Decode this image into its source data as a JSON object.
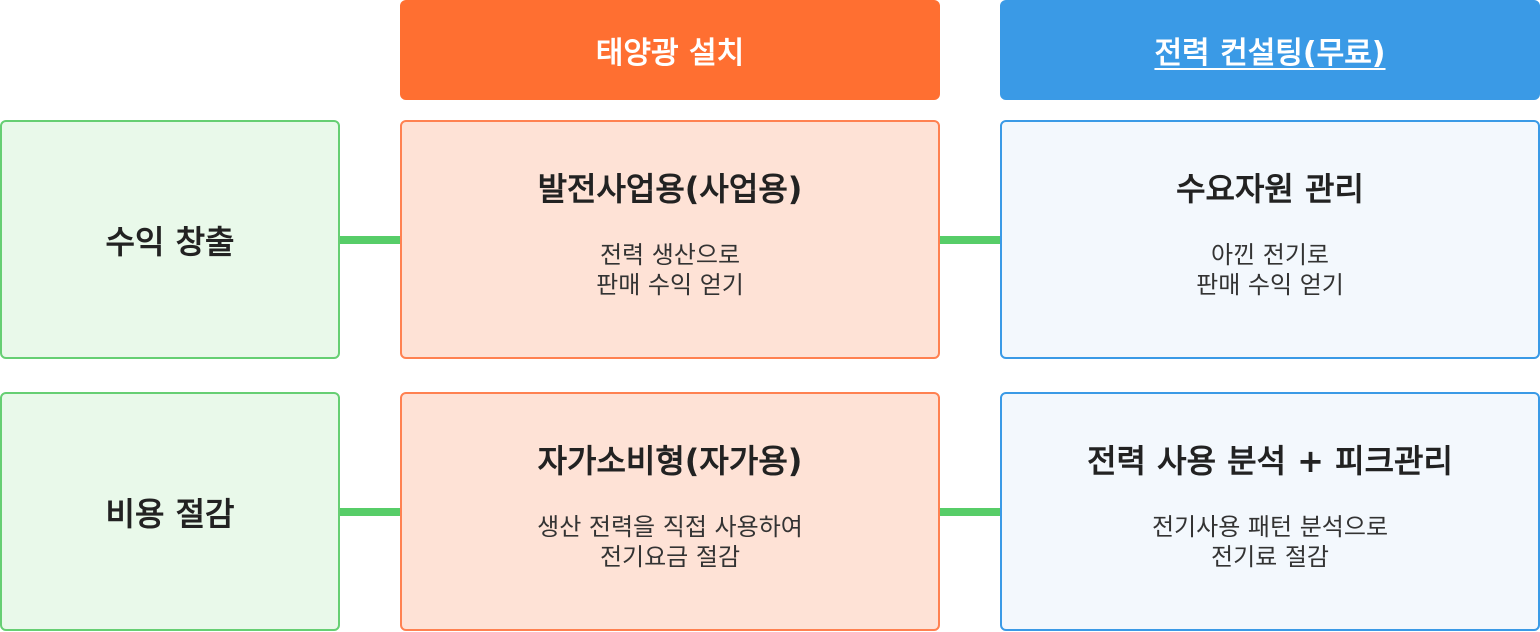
{
  "headers": {
    "solar": "태양광 설치",
    "consulting": "전력 컨설팅(무료)"
  },
  "rows": [
    {
      "label": "수익 창출",
      "solar": {
        "title": "발전사업용(사업용)",
        "desc": [
          "전력 생산으로",
          "판매 수익 얻기"
        ]
      },
      "consulting": {
        "title": "수요자원 관리",
        "desc": [
          "아낀 전기로",
          "판매 수익 얻기"
        ]
      }
    },
    {
      "label": "비용 절감",
      "solar": {
        "title": "자가소비형(자가용)",
        "desc": [
          "생산 전력을 직접 사용하여",
          "전기요금 절감"
        ]
      },
      "consulting": {
        "title": "전력 사용 분석 + 피크관리",
        "desc": [
          "전기사용 패턴 분석으로",
          "전기료 절감"
        ]
      }
    }
  ],
  "colors": {
    "solar_accent": "#ff6f31",
    "consulting_accent": "#3a9ae6",
    "category_border": "#66cf73",
    "connector": "#57cd68"
  }
}
